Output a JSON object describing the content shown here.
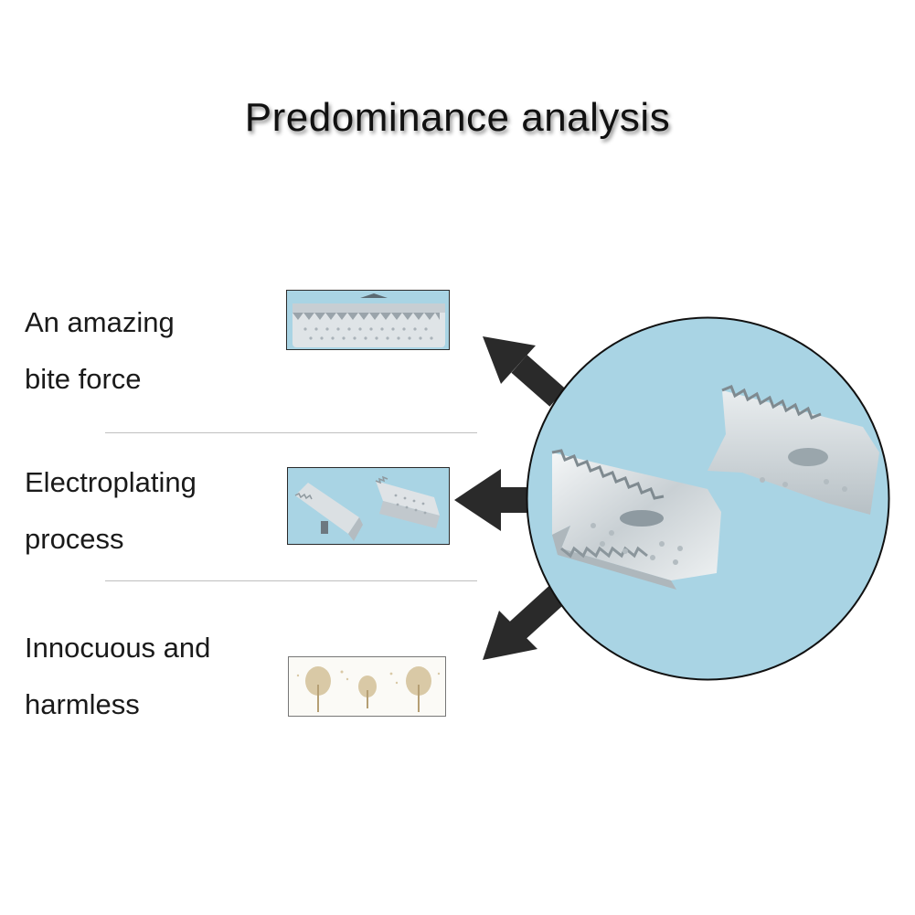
{
  "title": "Predominance analysis",
  "features": [
    {
      "line1": "An amazing",
      "line2": "bite force",
      "image": "ribbon-clamp-closeup"
    },
    {
      "line1": "Electroplating",
      "line2": "process",
      "image": "two-ribbon-clamps"
    },
    {
      "line1": "Innocuous and",
      "line2": "harmless",
      "image": "tree-pattern"
    }
  ],
  "colors": {
    "background": "#ffffff",
    "photo_background": "#a9d4e4",
    "metal": "#d8dde0",
    "arrow": "#2a2a2a",
    "divider": "#bfbfbf"
  },
  "icons": [
    "arrow-up-left-icon",
    "arrow-left-icon",
    "arrow-down-left-icon"
  ]
}
